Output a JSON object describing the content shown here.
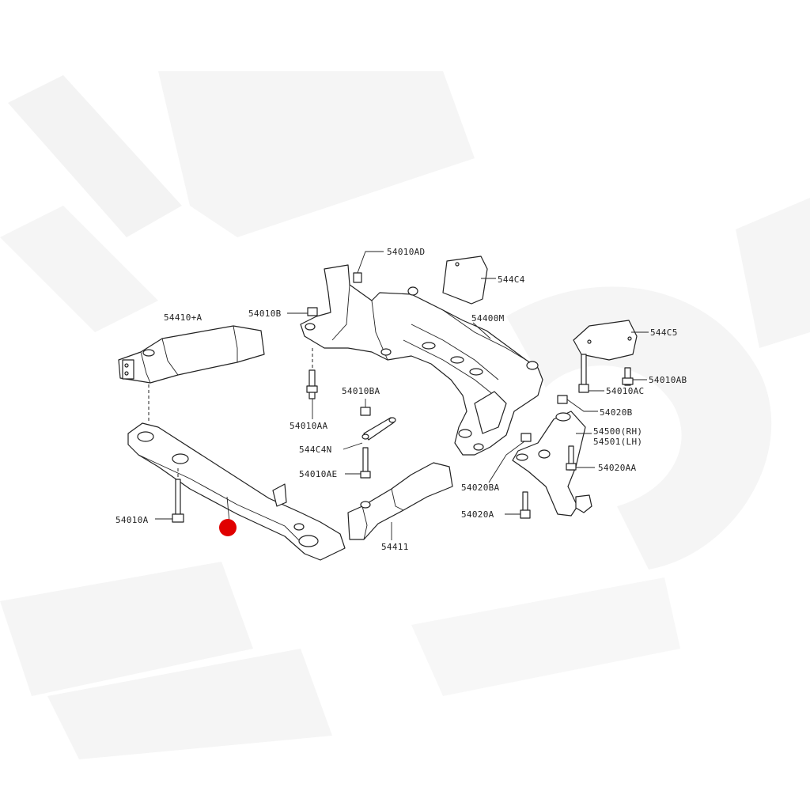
{
  "colors": {
    "background": "#ffffff",
    "line": "#222222",
    "watermark": "#e9e9e9",
    "marker": "#e00000"
  },
  "labels": {
    "p54010AD": "54010AD",
    "p544C4": "544C4",
    "p54010B": "54010B",
    "p54400M": "54400M",
    "p544C5": "544C5",
    "p54410A": "54410+A",
    "p54010AB": "54010AB",
    "p54010AC": "54010AC",
    "p54010BA": "54010BA",
    "p54020B": "54020B",
    "p54010AA": "54010AA",
    "p54500RH": "54500(RH)",
    "p54501LH": "54501(LH)",
    "p544C4N": "544C4N",
    "p54020AA": "54020AA",
    "p54010AE": "54010AE",
    "p54020BA": "54020BA",
    "p54010A": "54010A",
    "p54020A": "54020A",
    "p54411": "54411"
  },
  "marker": {
    "icon": "red-dot-marker",
    "meaning": ""
  }
}
